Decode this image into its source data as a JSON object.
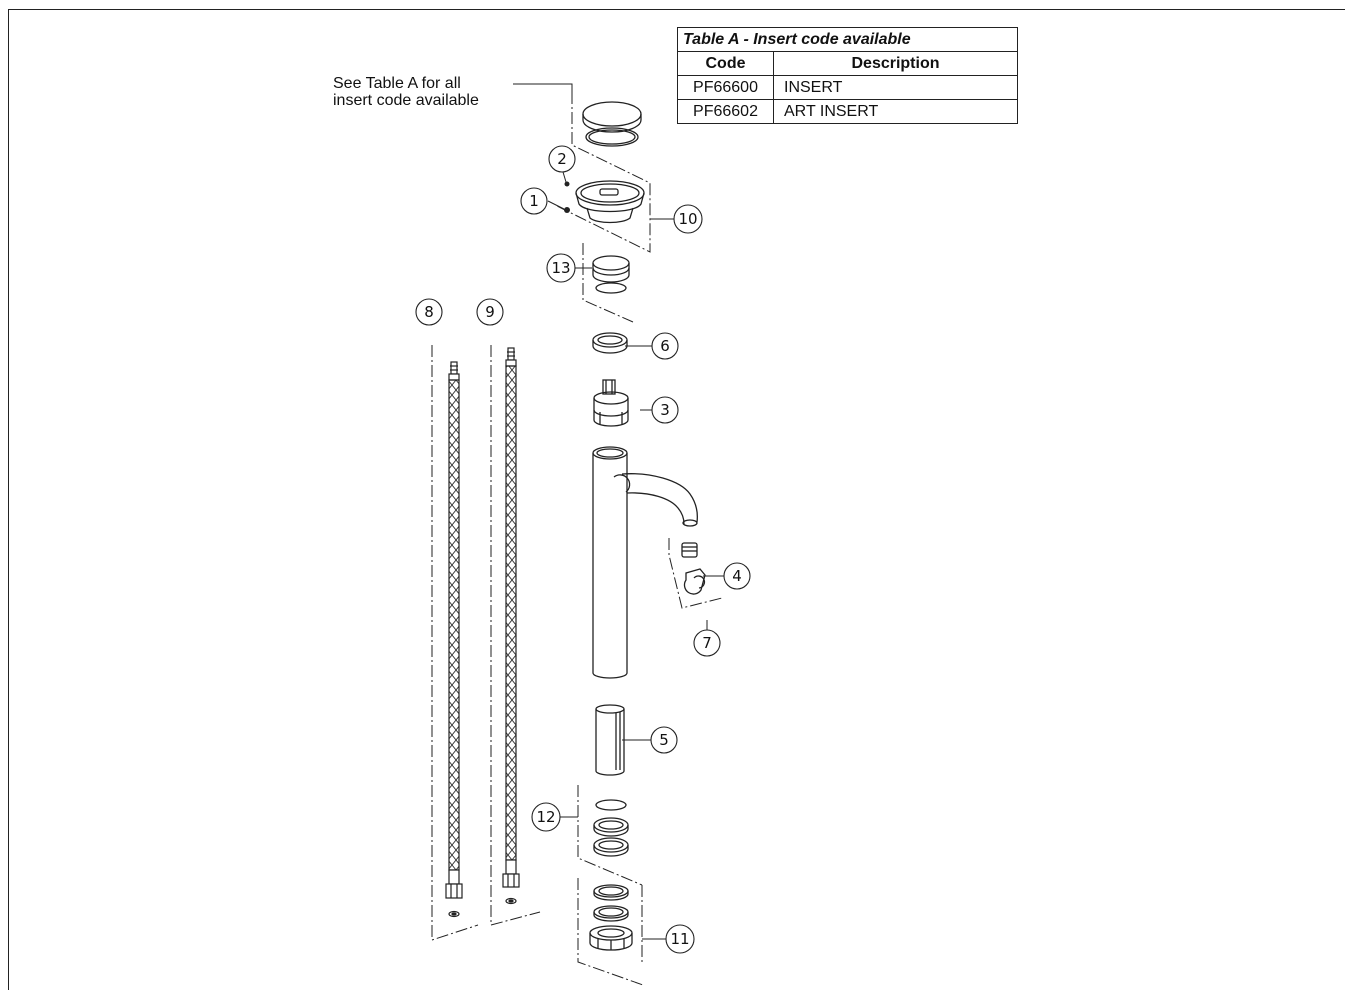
{
  "note": {
    "line1": "See Table A for all",
    "line2": "insert code available"
  },
  "table": {
    "title": "Table A - Insert code available",
    "headers": [
      "Code",
      "Description"
    ],
    "rows": [
      {
        "code": "PF66600",
        "description": "INSERT"
      },
      {
        "code": "PF66602",
        "description": "ART INSERT"
      }
    ]
  },
  "callouts": {
    "c1": "1",
    "c2": "2",
    "c3": "3",
    "c4": "4",
    "c5": "5",
    "c6": "6",
    "c7": "7",
    "c8": "8",
    "c9": "9",
    "c10": "10",
    "c11": "11",
    "c12": "12",
    "c13": "13"
  },
  "colors": {
    "line": "#222222",
    "background": "#ffffff"
  }
}
